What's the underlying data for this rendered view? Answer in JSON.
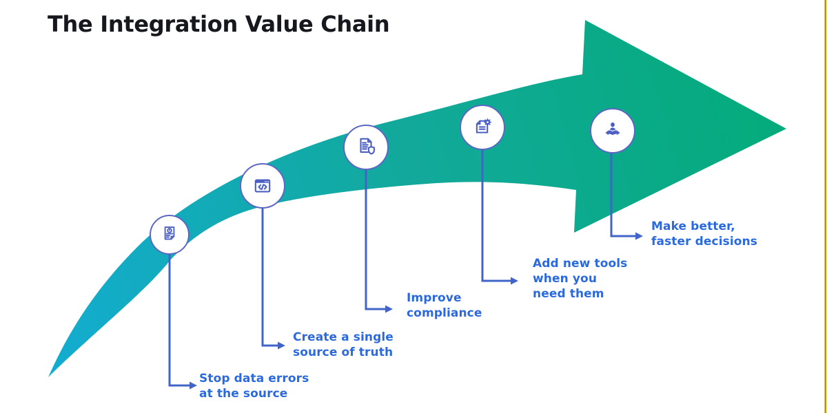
{
  "title": "The Integration Value Chain",
  "arrow": {
    "description": "curved swoosh arrow rising left-to-right",
    "gradient_start_color": "#13ACCE",
    "gradient_mid_color": "#12A99B",
    "gradient_end_color": "#04AB7A"
  },
  "decoration": {
    "right_edge_line_color": "#BE8E10"
  },
  "colors": {
    "title_text": "#16181D",
    "label_text": "#2B69DE",
    "connector_line": "#4164C8",
    "circle_border": "#5A68C3",
    "icon_blue": "#4C5FC3",
    "background": "#FFFFFF"
  },
  "milestones": [
    {
      "icon": "document-alert-icon",
      "label": "Stop data errors\nat the source"
    },
    {
      "icon": "code-window-icon",
      "label": "Create a single\nsource of truth"
    },
    {
      "icon": "document-shield-icon",
      "label": "Improve\ncompliance"
    },
    {
      "icon": "document-gear-icon",
      "label": "Add new tools\nwhen you\nneed them"
    },
    {
      "icon": "person-decision-icon",
      "label": "Make better,\nfaster decisions"
    }
  ]
}
